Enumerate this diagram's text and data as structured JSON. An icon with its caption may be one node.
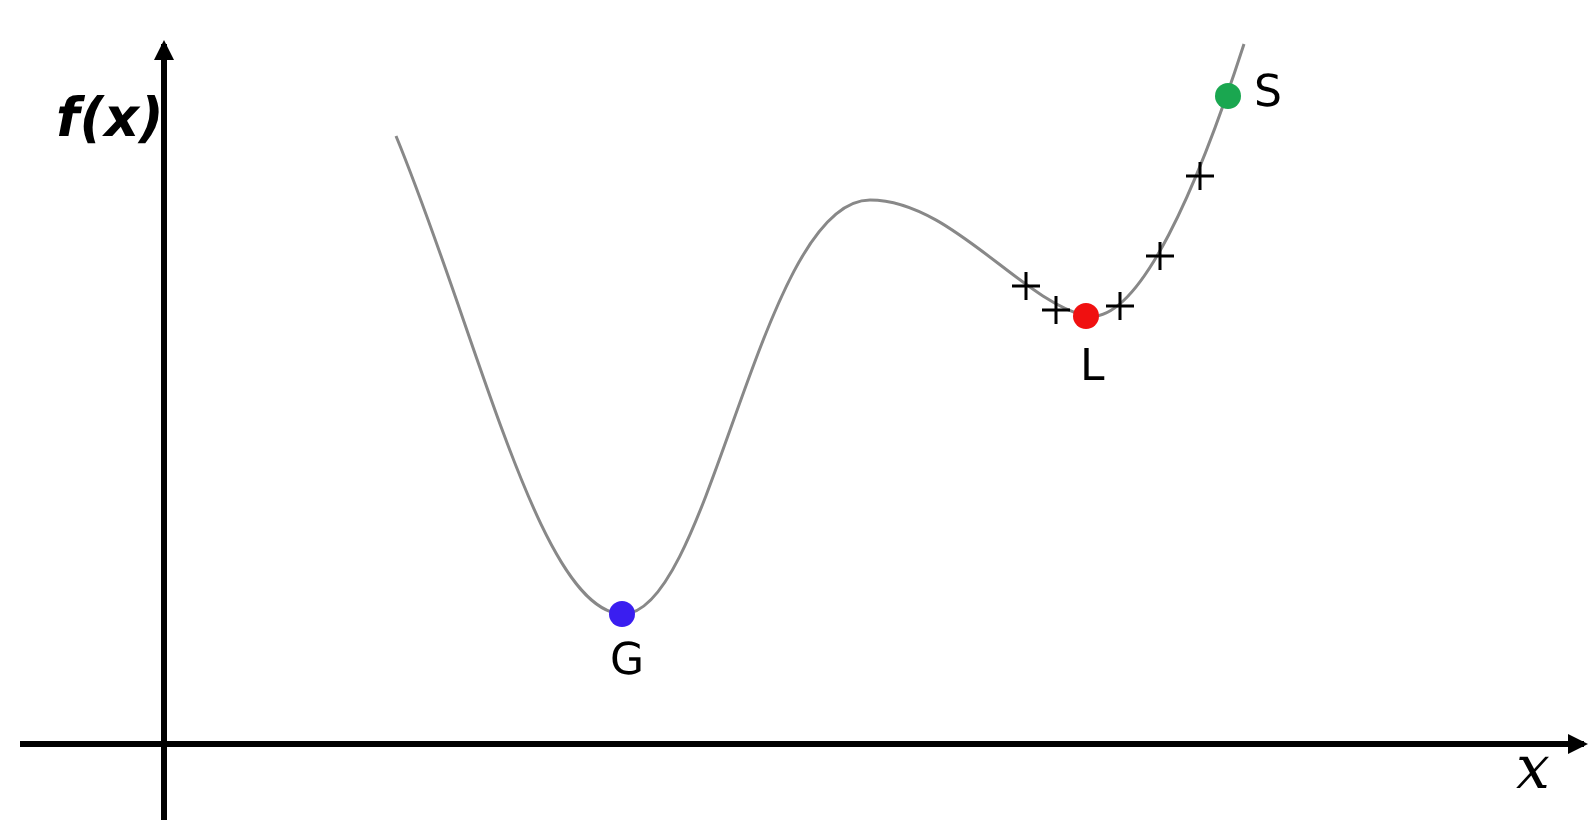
{
  "diagram": {
    "labels": [
      "f(x)",
      "S",
      "L",
      "G",
      "x"
    ]
  }
}
